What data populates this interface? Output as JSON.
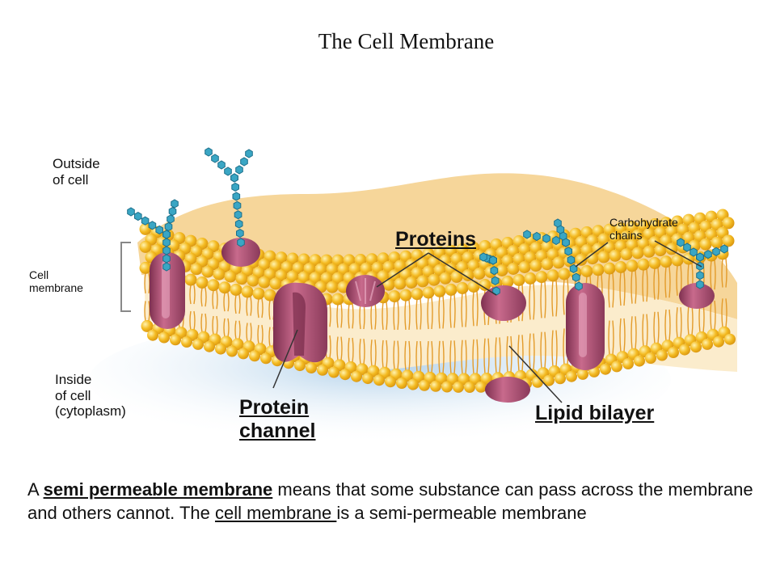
{
  "title": "The Cell Membrane",
  "labels": {
    "outside_l1": "Outside",
    "outside_l2": "of cell",
    "membrane_l1": "Cell",
    "membrane_l2": "membrane",
    "inside_l1": "Inside",
    "inside_l2": "of cell",
    "inside_l3": "(cytoplasm)",
    "carb_l1": "Carbohydrate",
    "carb_l2": "chains",
    "proteins": "Proteins",
    "channel_l1": "Protein",
    "channel_l2": "channel",
    "bilayer": "Lipid bilayer"
  },
  "caption": {
    "part1": "A ",
    "term1": "semi permeable membrane",
    "part2": " means that some substance can pass across the membrane and others cannot.  The ",
    "term2": "cell membrane ",
    "part3": "is a semi-permeable membrane"
  },
  "colors": {
    "lipid_head": "#f2b81e",
    "lipid_tail": "#e8a020",
    "membrane_core": "#f9e8b8",
    "protein": "#a85070",
    "protein_light": "#d890a8",
    "carbohydrate": "#2e9ab8",
    "shadow": "#bcd8ee"
  }
}
